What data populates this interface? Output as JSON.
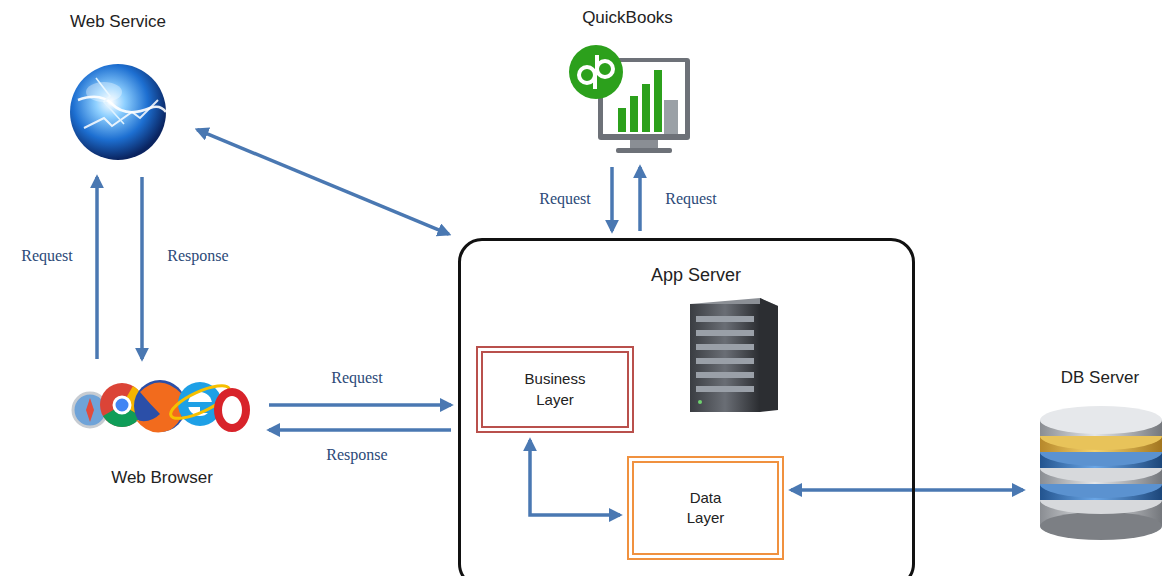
{
  "diagram": {
    "nodes": [
      {
        "text": [
          "Web Service"
        ]
      },
      {
        "text": [
          "QuickBooks"
        ]
      },
      {
        "text": [
          "App Server"
        ]
      },
      {
        "text": [
          "Business Layer"
        ],
        "in": 2
      },
      {
        "text": [
          "Data Layer"
        ],
        "in": 2
      },
      {
        "text": [
          "Web Browser"
        ]
      },
      {
        "text": [
          "DB Server"
        ]
      }
    ],
    "edges": [
      {
        "from": 5,
        "to": 0,
        "arrow": "to",
        "label": "Request"
      },
      {
        "from": 0,
        "to": 5,
        "arrow": "to",
        "label": "Response"
      },
      {
        "from": 0,
        "to": 2,
        "arrow": "both"
      },
      {
        "from": 1,
        "to": 2,
        "arrow": "to",
        "label": "Request"
      },
      {
        "from": 2,
        "to": 1,
        "arrow": "to",
        "label": "Request"
      },
      {
        "from": 5,
        "to": 2,
        "arrow": "to",
        "label": "Request"
      },
      {
        "from": 2,
        "to": 5,
        "arrow": "to",
        "label": "Response"
      },
      {
        "from": 3,
        "to": 4,
        "arrow": "both"
      },
      {
        "from": 4,
        "to": 6,
        "arrow": "both"
      }
    ]
  }
}
